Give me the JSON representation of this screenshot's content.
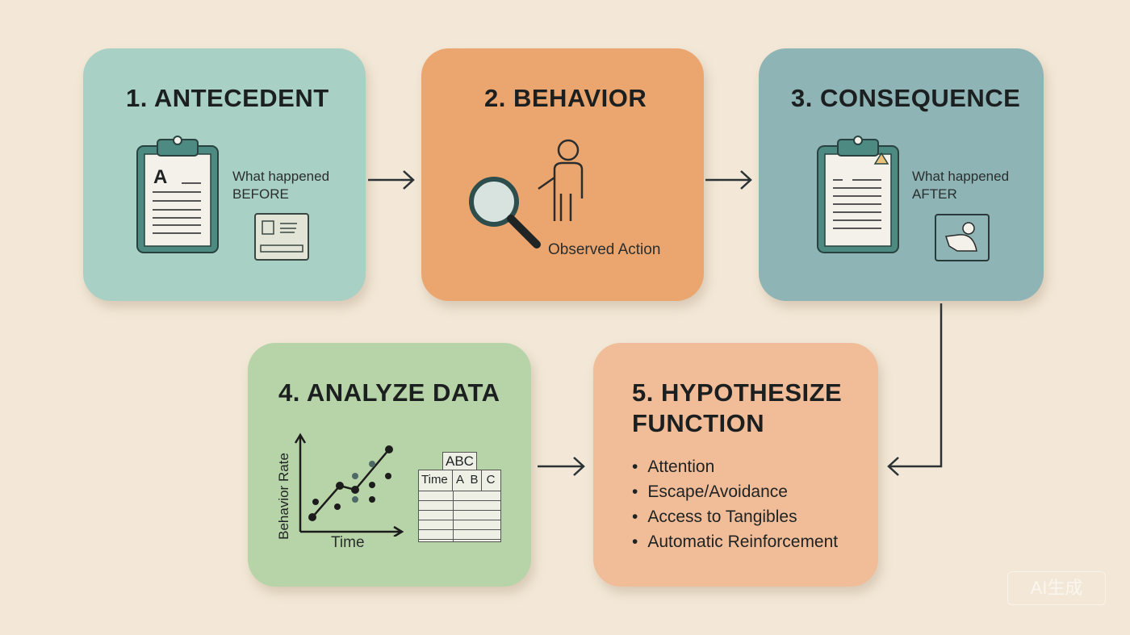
{
  "steps": [
    {
      "title": "1. ANTECEDENT",
      "caption_line1": "What happened",
      "caption_line2": "BEFORE",
      "clipboard_letter": "A",
      "color": "#a9d0c4"
    },
    {
      "title": "2. BEHAVIOR",
      "caption": "Observed Action",
      "color": "#eba66f"
    },
    {
      "title": "3. CONSEQUENCE",
      "caption_line1": "What happened",
      "caption_line2": "AFTER",
      "color": "#8fb4b5"
    },
    {
      "title": "4. ANALYZE DATA",
      "y_label": "Behavior Rate",
      "x_label": "Time",
      "table_tab": "ABC",
      "table_headers": [
        "Time",
        "A",
        "B",
        "C"
      ],
      "color": "#b6d4a7"
    },
    {
      "title_line1": "5. HYPOTHESIZE",
      "title_line2": "FUNCTION",
      "functions": [
        "Attention",
        "Escape/Avoidance",
        "Access to Tangibles",
        "Automatic Reinforcement"
      ],
      "color": "#f1bd99"
    }
  ],
  "watermark": "AI生成"
}
